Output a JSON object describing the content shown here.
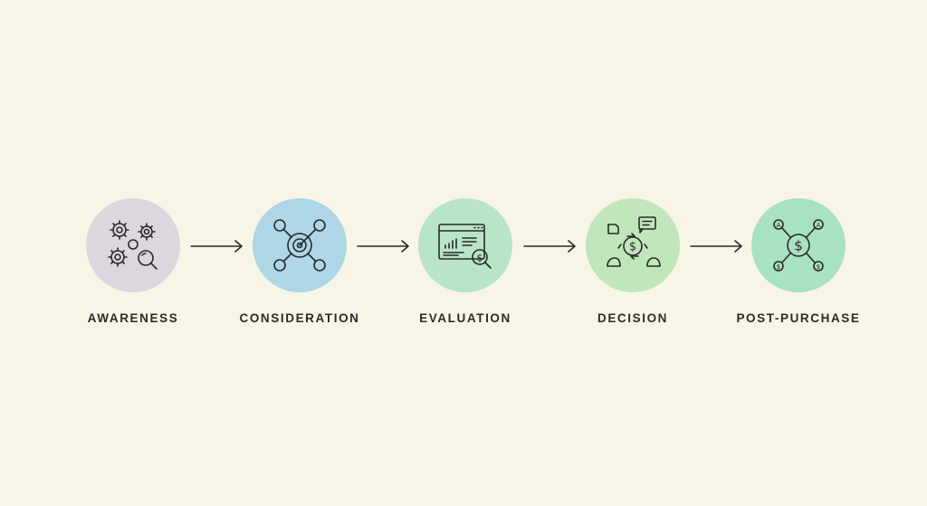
{
  "stages": [
    {
      "label": "AWARENESS",
      "icon": "gears-magnifier-icon",
      "color": "#dcd6df"
    },
    {
      "label": "CONSIDERATION",
      "icon": "target-network-icon",
      "color": "#add6e6"
    },
    {
      "label": "EVALUATION",
      "icon": "browser-chart-price-search-icon",
      "color": "#b8e4c7"
    },
    {
      "label": "DECISION",
      "icon": "dollar-exchange-chat-icon",
      "color": "#c1e6bb"
    },
    {
      "label": "POST-PURCHASE",
      "icon": "dollar-network-icon",
      "color": "#a8e2c0"
    }
  ]
}
